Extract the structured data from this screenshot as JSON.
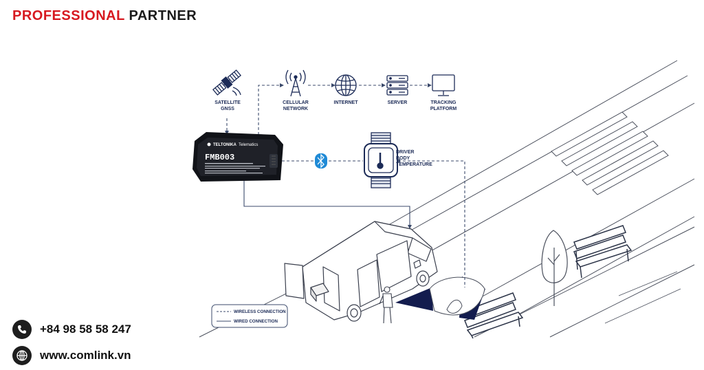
{
  "header": {
    "brand_part1": "PROFESSIONAL",
    "brand_part2": "PARTNER"
  },
  "diagram": {
    "nodes": {
      "satellite": [
        "SATELLITE",
        "GNSS"
      ],
      "cellular": [
        "CELLULAR",
        "NETWORK"
      ],
      "internet": [
        "INTERNET"
      ],
      "server": [
        "SERVER"
      ],
      "tracking": [
        "TRACKING",
        "PLATFORM"
      ],
      "sensor": [
        "DRIVER",
        "BODY",
        "TEMPERATURE"
      ]
    },
    "device": {
      "brand": "TELTONIKA",
      "sub": "Telematics",
      "model": "FMB003"
    },
    "legend": {
      "wireless": "WIRELESS CONNECTION",
      "wired": "WIRED CONNECTION"
    }
  },
  "contact": {
    "phone": "+84 98 58 58 247",
    "website": "www.comlink.vn"
  },
  "colors": {
    "brand_red": "#d71920",
    "navy": "#1c2b57",
    "line": "#3b4a6b"
  }
}
